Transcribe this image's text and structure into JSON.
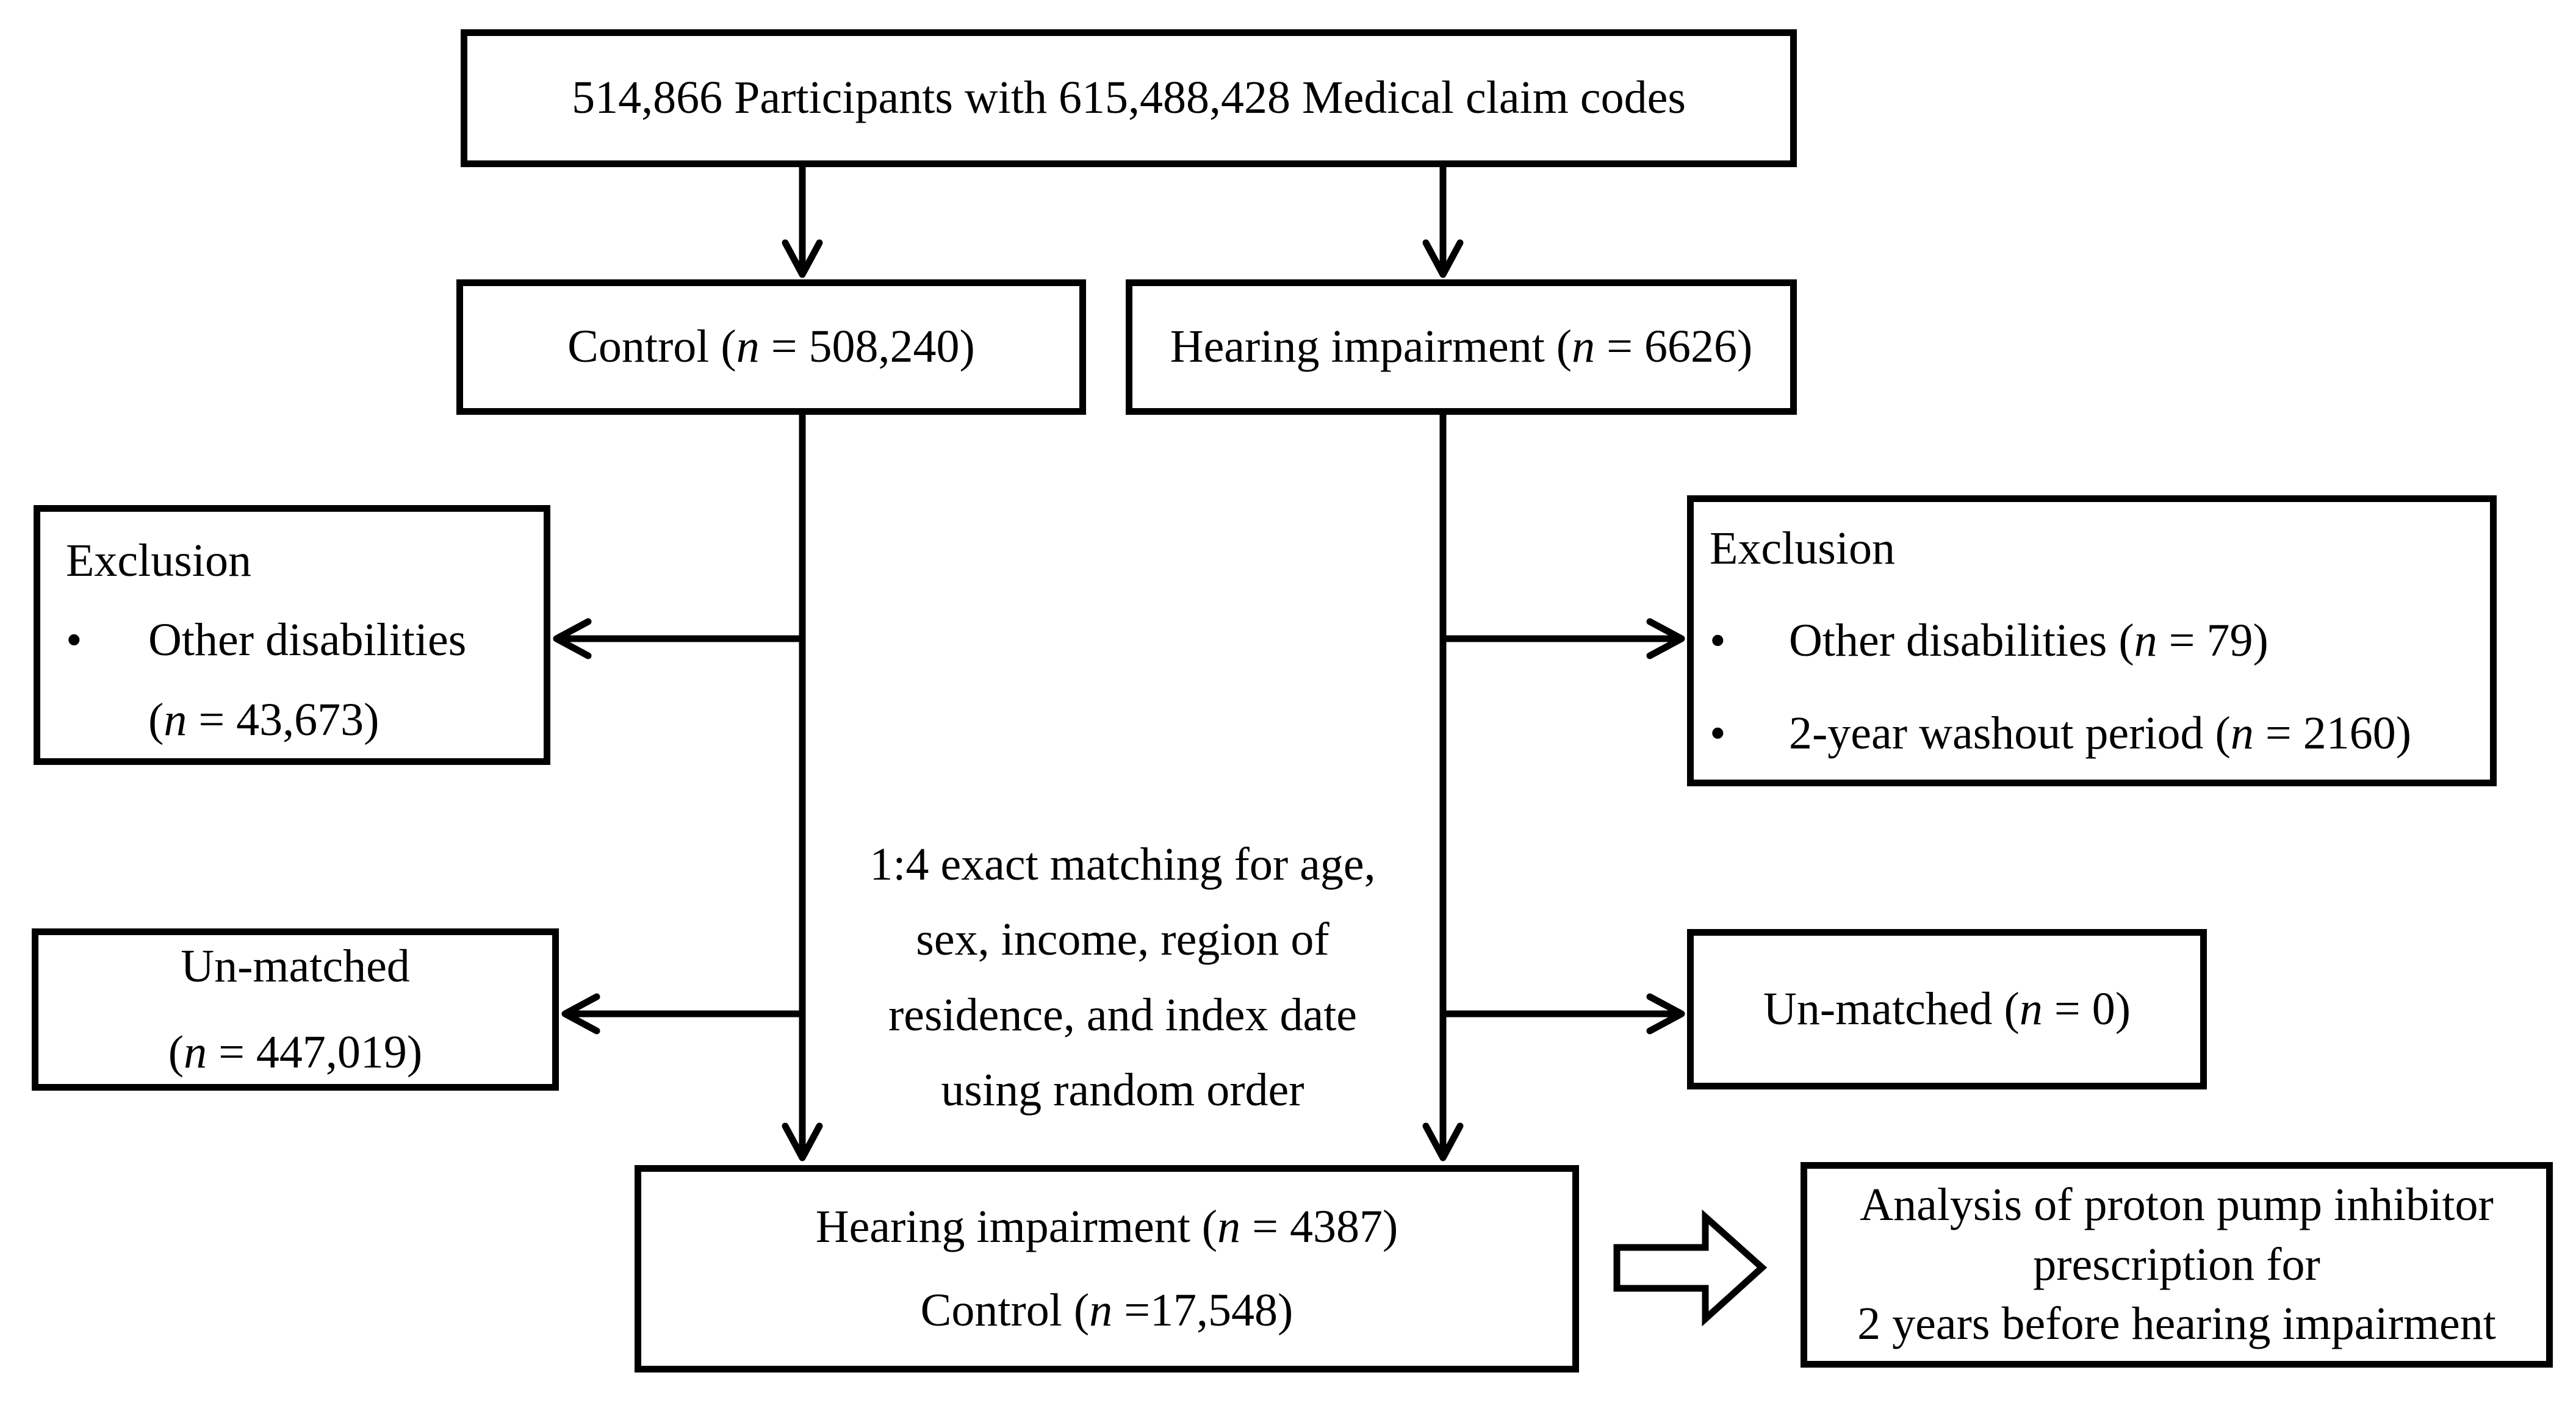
{
  "figure": {
    "kind": "study-flow-diagram"
  },
  "colors": {
    "ink": "#000000",
    "background": "#ffffff"
  },
  "bullet_char": "•",
  "boxes": {
    "participants": {
      "lines": [
        [
          {
            "t": "514,866 Participants with 615,488,428 Medical claim codes"
          }
        ]
      ]
    },
    "control": {
      "lines": [
        [
          {
            "t": "Control ("
          },
          {
            "t": "n",
            "i": true
          },
          {
            "t": " = 508,240)"
          }
        ]
      ]
    },
    "hearing": {
      "lines": [
        [
          {
            "t": "Hearing impairment ("
          },
          {
            "t": "n",
            "i": true
          },
          {
            "t": " = 6626)"
          }
        ]
      ]
    },
    "exclusion_left": {
      "heading": [
        {
          "t": "Exclusion"
        }
      ],
      "bullets": [
        {
          "lines": [
            [
              {
                "t": "Other disabilities"
              }
            ],
            [
              {
                "t": "("
              },
              {
                "t": "n",
                "i": true
              },
              {
                "t": " = 43,673)"
              }
            ]
          ]
        }
      ]
    },
    "exclusion_right": {
      "heading": [
        {
          "t": "Exclusion"
        }
      ],
      "bullets": [
        {
          "lines": [
            [
              {
                "t": "Other disabilities ("
              },
              {
                "t": "n",
                "i": true
              },
              {
                "t": " = 79)"
              }
            ]
          ]
        },
        {
          "lines": [
            [
              {
                "t": "2-year washout period ("
              },
              {
                "t": "n",
                "i": true
              },
              {
                "t": " = 2160)"
              }
            ]
          ]
        }
      ]
    },
    "unmatched_left": {
      "lines": [
        [
          {
            "t": "Un-matched"
          }
        ],
        [
          {
            "t": "("
          },
          {
            "t": "n",
            "i": true
          },
          {
            "t": " = 447,019)"
          }
        ]
      ]
    },
    "unmatched_right": {
      "lines": [
        [
          {
            "t": "Un-matched ("
          },
          {
            "t": "n",
            "i": true
          },
          {
            "t": " = 0)"
          }
        ]
      ]
    },
    "matched": {
      "lines": [
        [
          {
            "t": "Hearing impairment ("
          },
          {
            "t": "n",
            "i": true
          },
          {
            "t": " = 4387)"
          }
        ],
        [
          {
            "t": "Control ("
          },
          {
            "t": "n",
            "i": true
          },
          {
            "t": " =17,548)"
          }
        ]
      ]
    },
    "analysis": {
      "lines": [
        [
          {
            "t": "Analysis of proton pump inhibitor"
          }
        ],
        [
          {
            "t": "prescription for"
          }
        ],
        [
          {
            "t": "2 years before hearing impairment"
          }
        ]
      ]
    }
  },
  "matching_note": {
    "lines": [
      [
        {
          "t": "1:4 exact matching for age,"
        }
      ],
      [
        {
          "t": "sex, income, region of"
        }
      ],
      [
        {
          "t": "residence, and index date"
        }
      ],
      [
        {
          "t": "using random order"
        }
      ]
    ]
  }
}
